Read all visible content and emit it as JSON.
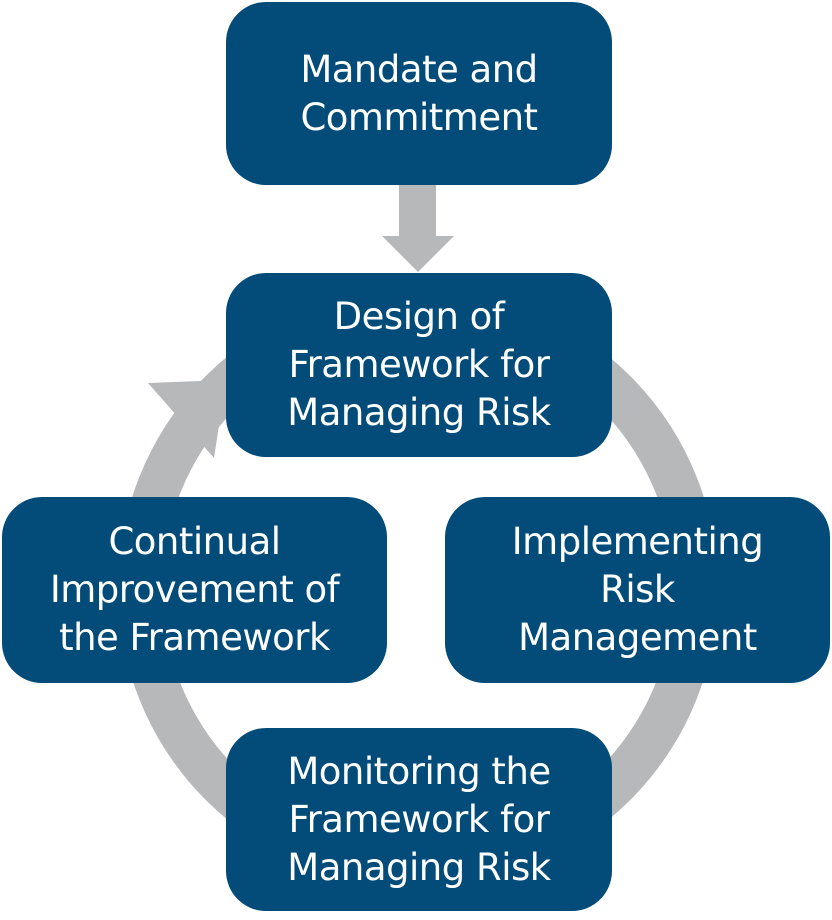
{
  "diagram": {
    "colors": {
      "box_fill": "#034b78",
      "box_text": "#ffffff",
      "connector": "#b7b8ba",
      "background": "#ffffff"
    },
    "nodes": {
      "mandate": {
        "label": "Mandate and\nCommitment"
      },
      "design": {
        "label": "Design of\nFramework for\nManaging Risk"
      },
      "implement": {
        "label": "Implementing\nRisk\nManagement"
      },
      "monitor": {
        "label": "Monitoring the\nFramework for\nManaging Risk"
      },
      "continual": {
        "label": "Continual\nImprovement of\nthe Framework"
      }
    },
    "edges": [
      {
        "from": "mandate",
        "to": "design",
        "style": "down-arrow"
      },
      {
        "from": "design",
        "to": "implement",
        "style": "cycle-arc"
      },
      {
        "from": "implement",
        "to": "monitor",
        "style": "cycle-arc"
      },
      {
        "from": "monitor",
        "to": "continual",
        "style": "cycle-arc"
      },
      {
        "from": "continual",
        "to": "design",
        "style": "cycle-arc-arrow"
      }
    ]
  }
}
